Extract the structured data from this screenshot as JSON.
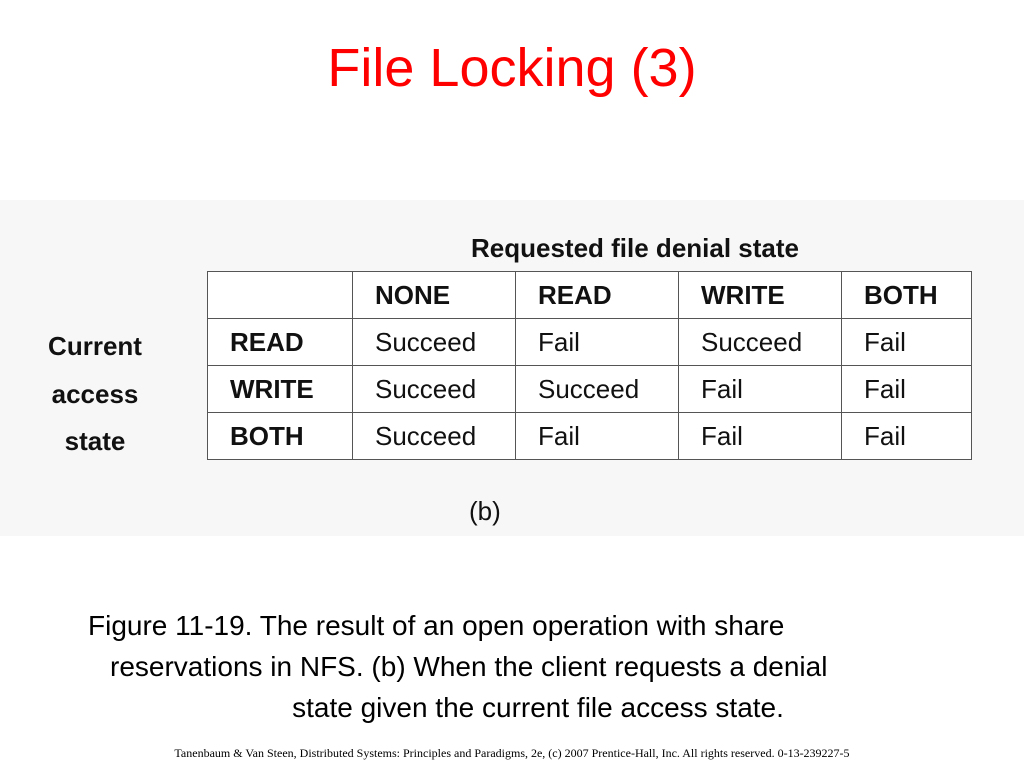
{
  "slide": {
    "title": "File Locking (3)",
    "title_color": "#ff0000"
  },
  "table": {
    "header": "Requested file denial state",
    "side_label": [
      "Current",
      "access",
      "state"
    ],
    "columns": [
      "",
      "NONE",
      "READ",
      "WRITE",
      "BOTH"
    ],
    "rows": [
      {
        "state": "READ",
        "cells": [
          "Succeed",
          "Fail",
          "Succeed",
          "Fail"
        ]
      },
      {
        "state": "WRITE",
        "cells": [
          "Succeed",
          "Succeed",
          "Fail",
          "Fail"
        ]
      },
      {
        "state": "BOTH",
        "cells": [
          "Succeed",
          "Fail",
          "Fail",
          "Fail"
        ]
      }
    ],
    "figure_letter": "(b)"
  },
  "caption": {
    "line1": "Figure 11-19. The result of an open operation with share",
    "line2": "reservations in NFS. (b) When the client requests a denial",
    "line3": "state given the current file access state."
  },
  "footer": {
    "text": "Tanenbaum & Van Steen, Distributed Systems: Principles and Paradigms, 2e, (c) 2007 Prentice-Hall, Inc. All rights reserved. 0-13-239227-5"
  }
}
